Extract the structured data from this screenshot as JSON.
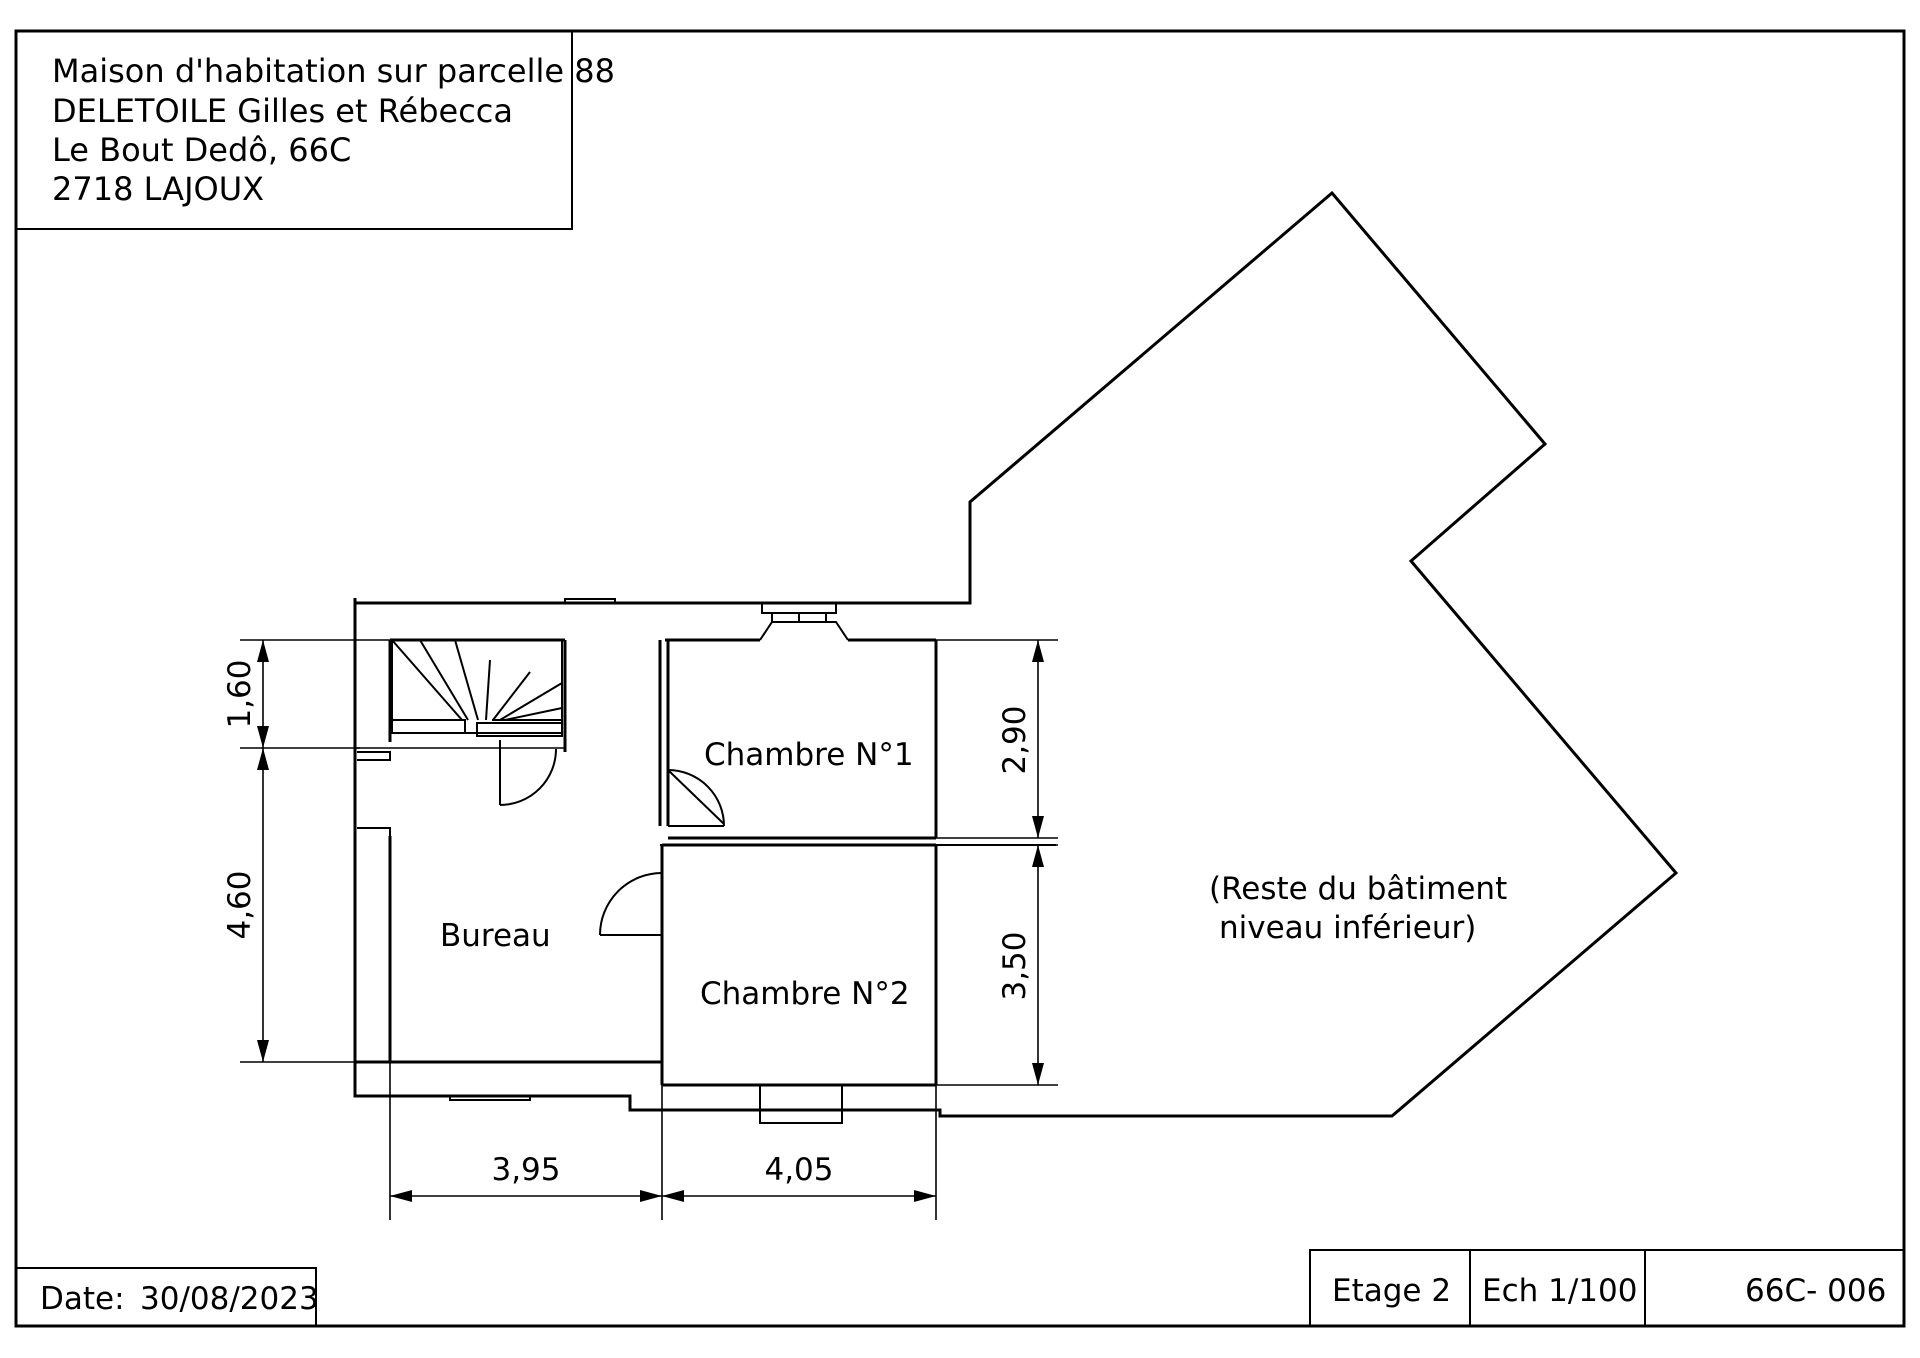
{
  "header": {
    "line1": "Maison d'habitation sur parcelle 88",
    "line2": "DELETOILE Gilles et Rébecca",
    "line3": "Le Bout Dedô, 66C",
    "line4": "2718 LAJOUX"
  },
  "rooms": {
    "chambre1": "Chambre N°1",
    "chambre2": "Chambre N°2",
    "bureau": "Bureau",
    "reste_line1": "(Reste du bâtiment",
    "reste_line2": "niveau inférieur)"
  },
  "dimensions": {
    "left_top": "1,60",
    "left_bottom": "4,60",
    "right_top": "2,90",
    "right_bottom": "3,50",
    "bottom_left": "3,95",
    "bottom_right": "4,05"
  },
  "footer": {
    "date_label": "Date:",
    "date_value": "30/08/2023",
    "floor": "Etage 2",
    "scale": "Ech 1/100",
    "reference": "66C- 006"
  }
}
